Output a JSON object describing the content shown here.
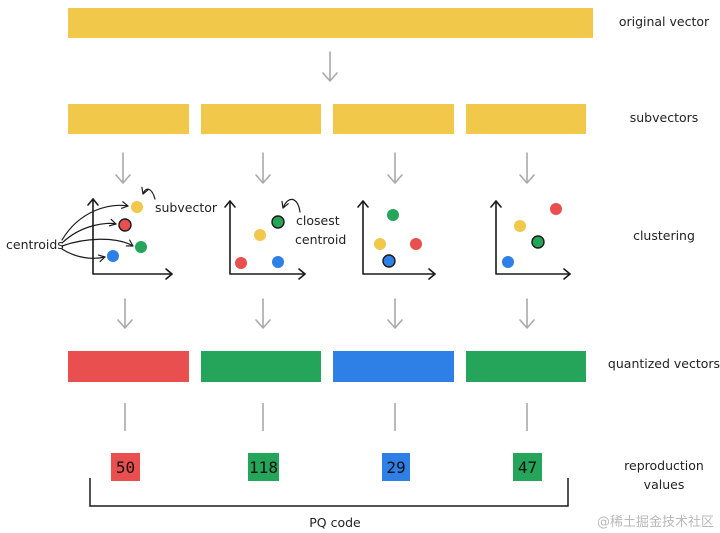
{
  "colors": {
    "yellow": "#f2c84b",
    "red": "#e94f4f",
    "green": "#25a55a",
    "blue": "#2e7fe6",
    "arrow": "#a9a9a9"
  },
  "rows": {
    "original": "original vector",
    "subvectors": "subvectors",
    "clustering": "clustering",
    "quantized": "quantized vectors",
    "reproduction_1": "reproduction",
    "reproduction_2": "values"
  },
  "annotations": {
    "subvector": "subvector",
    "centroids": "centroids",
    "closest_1": "closest",
    "closest_2": "centroid"
  },
  "quantized_colors": [
    "red",
    "green",
    "blue",
    "green"
  ],
  "codes": [
    {
      "value": "50",
      "color": "red"
    },
    {
      "value": "118",
      "color": "green"
    },
    {
      "value": "29",
      "color": "blue"
    },
    {
      "value": "47",
      "color": "green"
    }
  ],
  "pq_label": "PQ code",
  "watermark": "@稀土掘金技术社区"
}
